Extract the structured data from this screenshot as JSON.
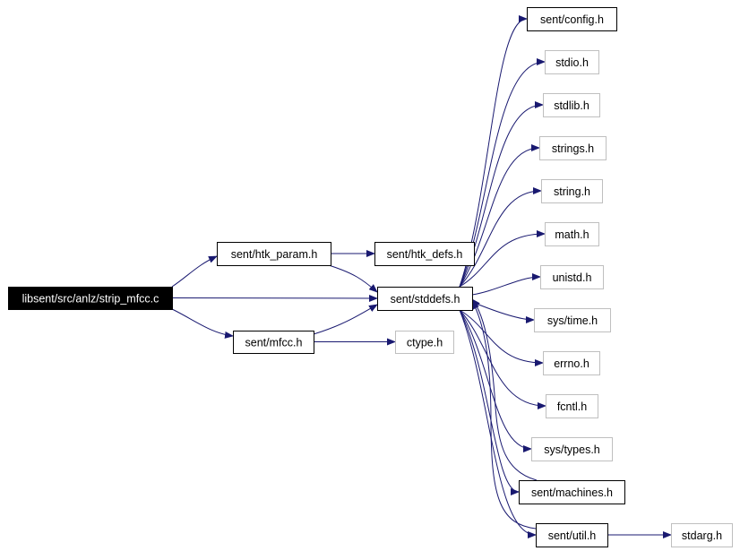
{
  "colors": {
    "edge": "#191970",
    "node_border_documented": "#000000",
    "node_border_external": "#bfbfbf",
    "root_fill": "#000000",
    "root_text": "#ffffff",
    "node_fill": "#ffffff",
    "node_text": "#000000"
  },
  "nodes": [
    {
      "id": "root",
      "label": "libsent/src/anlz/strip_mfcc.c",
      "style": "root"
    },
    {
      "id": "htk_param",
      "label": "sent/htk_param.h",
      "style": "documented"
    },
    {
      "id": "htk_defs",
      "label": "sent/htk_defs.h",
      "style": "documented"
    },
    {
      "id": "stddefs",
      "label": "sent/stddefs.h",
      "style": "documented"
    },
    {
      "id": "mfcc",
      "label": "sent/mfcc.h",
      "style": "documented"
    },
    {
      "id": "ctype",
      "label": "ctype.h",
      "style": "external"
    },
    {
      "id": "config",
      "label": "sent/config.h",
      "style": "documented"
    },
    {
      "id": "stdio",
      "label": "stdio.h",
      "style": "external"
    },
    {
      "id": "stdlib",
      "label": "stdlib.h",
      "style": "external"
    },
    {
      "id": "strings",
      "label": "strings.h",
      "style": "external"
    },
    {
      "id": "string",
      "label": "string.h",
      "style": "external"
    },
    {
      "id": "math",
      "label": "math.h",
      "style": "external"
    },
    {
      "id": "unistd",
      "label": "unistd.h",
      "style": "external"
    },
    {
      "id": "systime",
      "label": "sys/time.h",
      "style": "external"
    },
    {
      "id": "errno",
      "label": "errno.h",
      "style": "external"
    },
    {
      "id": "fcntl",
      "label": "fcntl.h",
      "style": "external"
    },
    {
      "id": "systypes",
      "label": "sys/types.h",
      "style": "external"
    },
    {
      "id": "machines",
      "label": "sent/machines.h",
      "style": "documented"
    },
    {
      "id": "util",
      "label": "sent/util.h",
      "style": "documented"
    },
    {
      "id": "stdarg",
      "label": "stdarg.h",
      "style": "external"
    }
  ],
  "edges": [
    {
      "from": "root",
      "to": "htk_param"
    },
    {
      "from": "root",
      "to": "stddefs"
    },
    {
      "from": "root",
      "to": "mfcc"
    },
    {
      "from": "htk_param",
      "to": "htk_defs"
    },
    {
      "from": "htk_param",
      "to": "stddefs"
    },
    {
      "from": "mfcc",
      "to": "stddefs"
    },
    {
      "from": "mfcc",
      "to": "ctype"
    },
    {
      "from": "stddefs",
      "to": "config"
    },
    {
      "from": "stddefs",
      "to": "stdio"
    },
    {
      "from": "stddefs",
      "to": "stdlib"
    },
    {
      "from": "stddefs",
      "to": "strings"
    },
    {
      "from": "stddefs",
      "to": "string"
    },
    {
      "from": "stddefs",
      "to": "math"
    },
    {
      "from": "stddefs",
      "to": "unistd"
    },
    {
      "from": "stddefs",
      "to": "systime"
    },
    {
      "from": "stddefs",
      "to": "errno"
    },
    {
      "from": "stddefs",
      "to": "fcntl"
    },
    {
      "from": "stddefs",
      "to": "systypes"
    },
    {
      "from": "stddefs",
      "to": "machines"
    },
    {
      "from": "stddefs",
      "to": "util"
    },
    {
      "from": "util",
      "to": "stddefs"
    },
    {
      "from": "machines",
      "to": "stddefs"
    },
    {
      "from": "util",
      "to": "stdarg"
    }
  ]
}
